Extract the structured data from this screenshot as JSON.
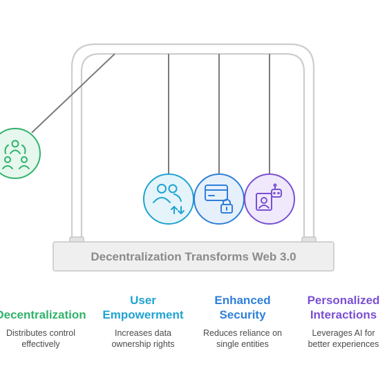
{
  "base_label": "Decentralization Transforms Web 3.0",
  "colors": {
    "frame": "#cfcfcf",
    "base_fill": "#efefef",
    "green": "#2fb36a",
    "cyan": "#1fa3d1",
    "blue": "#2f7fd8",
    "purple": "#7a4fd3"
  },
  "balls": [
    {
      "icon": "people-network-icon",
      "color": "#2fb36a",
      "fill": "#e6f7ee"
    },
    {
      "icon": "user-exchange-icon",
      "color": "#1fa3d1",
      "fill": "#e4f4fa"
    },
    {
      "icon": "card-lock-icon",
      "color": "#2f7fd8",
      "fill": "#e6f0fb"
    },
    {
      "icon": "robot-user-icon",
      "color": "#7a4fd3",
      "fill": "#efe9fb"
    }
  ],
  "items": [
    {
      "title": [
        "Decentralization"
      ],
      "desc": [
        "Distributes control",
        "effectively"
      ]
    },
    {
      "title": [
        "User",
        "Empowerment"
      ],
      "desc": [
        "Increases data",
        "ownership rights"
      ]
    },
    {
      "title": [
        "Enhanced",
        "Security"
      ],
      "desc": [
        "Reduces reliance on",
        "single entities"
      ]
    },
    {
      "title": [
        "Personalized",
        "Interactions"
      ],
      "desc": [
        "Leverages AI for",
        "better experiences"
      ]
    }
  ]
}
